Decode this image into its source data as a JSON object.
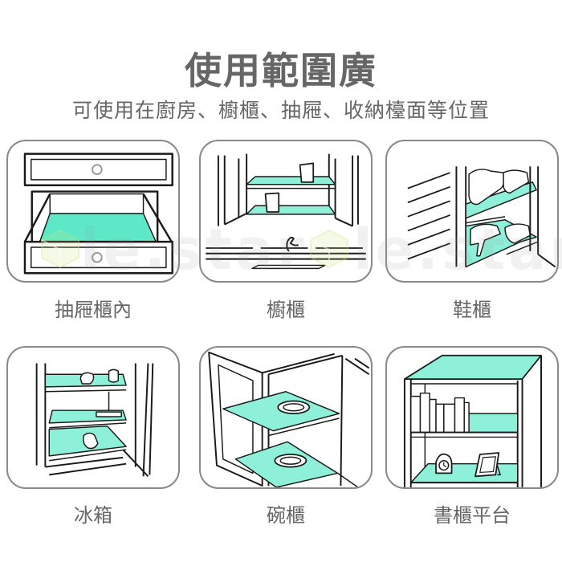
{
  "header": {
    "title": "使用範圍廣",
    "subtitle": "可使用在廚房、櫥櫃、抽屜、收納檯面等位置"
  },
  "usages": [
    {
      "id": "drawer",
      "label": "抽屜櫃內"
    },
    {
      "id": "cupboard",
      "label": "櫥櫃"
    },
    {
      "id": "shoe-cabinet",
      "label": "鞋櫃"
    },
    {
      "id": "fridge",
      "label": "冰箱"
    },
    {
      "id": "dish-cabinet",
      "label": "碗櫃"
    },
    {
      "id": "bookshelf",
      "label": "書櫃平台"
    }
  ],
  "watermark": {
    "text": "le.star"
  },
  "colors": {
    "text": "#666666",
    "card_border": "#8a8a8a",
    "mat_strong": "#5ee8c8",
    "mat_light": "#8ef0d8",
    "line": "#1a1a1a"
  }
}
